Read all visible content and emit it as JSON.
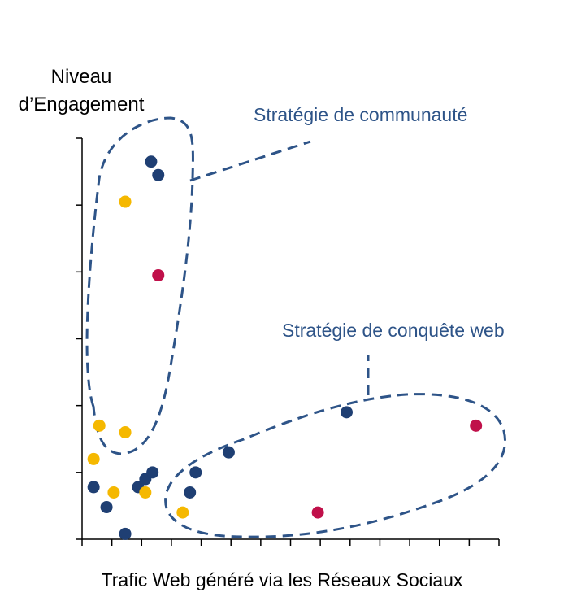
{
  "chart_data": {
    "type": "scatter",
    "xlabel": "Trafic Web généré via les Réseaux Sociaux",
    "ylabel_lines": [
      "Niveau",
      "d’Engagement"
    ],
    "xlim": [
      0,
      14.5
    ],
    "ylim": [
      0,
      6
    ],
    "x_ticks": 14,
    "y_ticks": 6,
    "grid": false,
    "colors": {
      "blue": "#1f3f73",
      "yellow": "#f5b800",
      "red": "#c0104a",
      "annotation": "#2e5488"
    },
    "series": [
      {
        "color": "blue",
        "points": [
          [
            2.4,
            5.65
          ],
          [
            2.65,
            5.45
          ],
          [
            0.4,
            0.78
          ],
          [
            0.85,
            0.48
          ],
          [
            1.5,
            0.08
          ],
          [
            1.95,
            0.78
          ],
          [
            2.2,
            0.9
          ],
          [
            2.45,
            1.0
          ],
          [
            3.75,
            0.7
          ],
          [
            3.95,
            1.0
          ],
          [
            5.1,
            1.3
          ],
          [
            9.2,
            1.9
          ]
        ]
      },
      {
        "color": "yellow",
        "points": [
          [
            1.5,
            5.05
          ],
          [
            0.6,
            1.7
          ],
          [
            1.5,
            1.6
          ],
          [
            0.4,
            1.2
          ],
          [
            1.1,
            0.7
          ],
          [
            2.2,
            0.7
          ],
          [
            3.5,
            0.4
          ]
        ]
      },
      {
        "color": "red",
        "points": [
          [
            2.65,
            3.95
          ],
          [
            8.2,
            0.4
          ],
          [
            13.7,
            1.7
          ]
        ]
      }
    ],
    "annotations": [
      {
        "text": "Stratégie de communauté"
      },
      {
        "text": "Stratégie de conquête web"
      }
    ]
  }
}
